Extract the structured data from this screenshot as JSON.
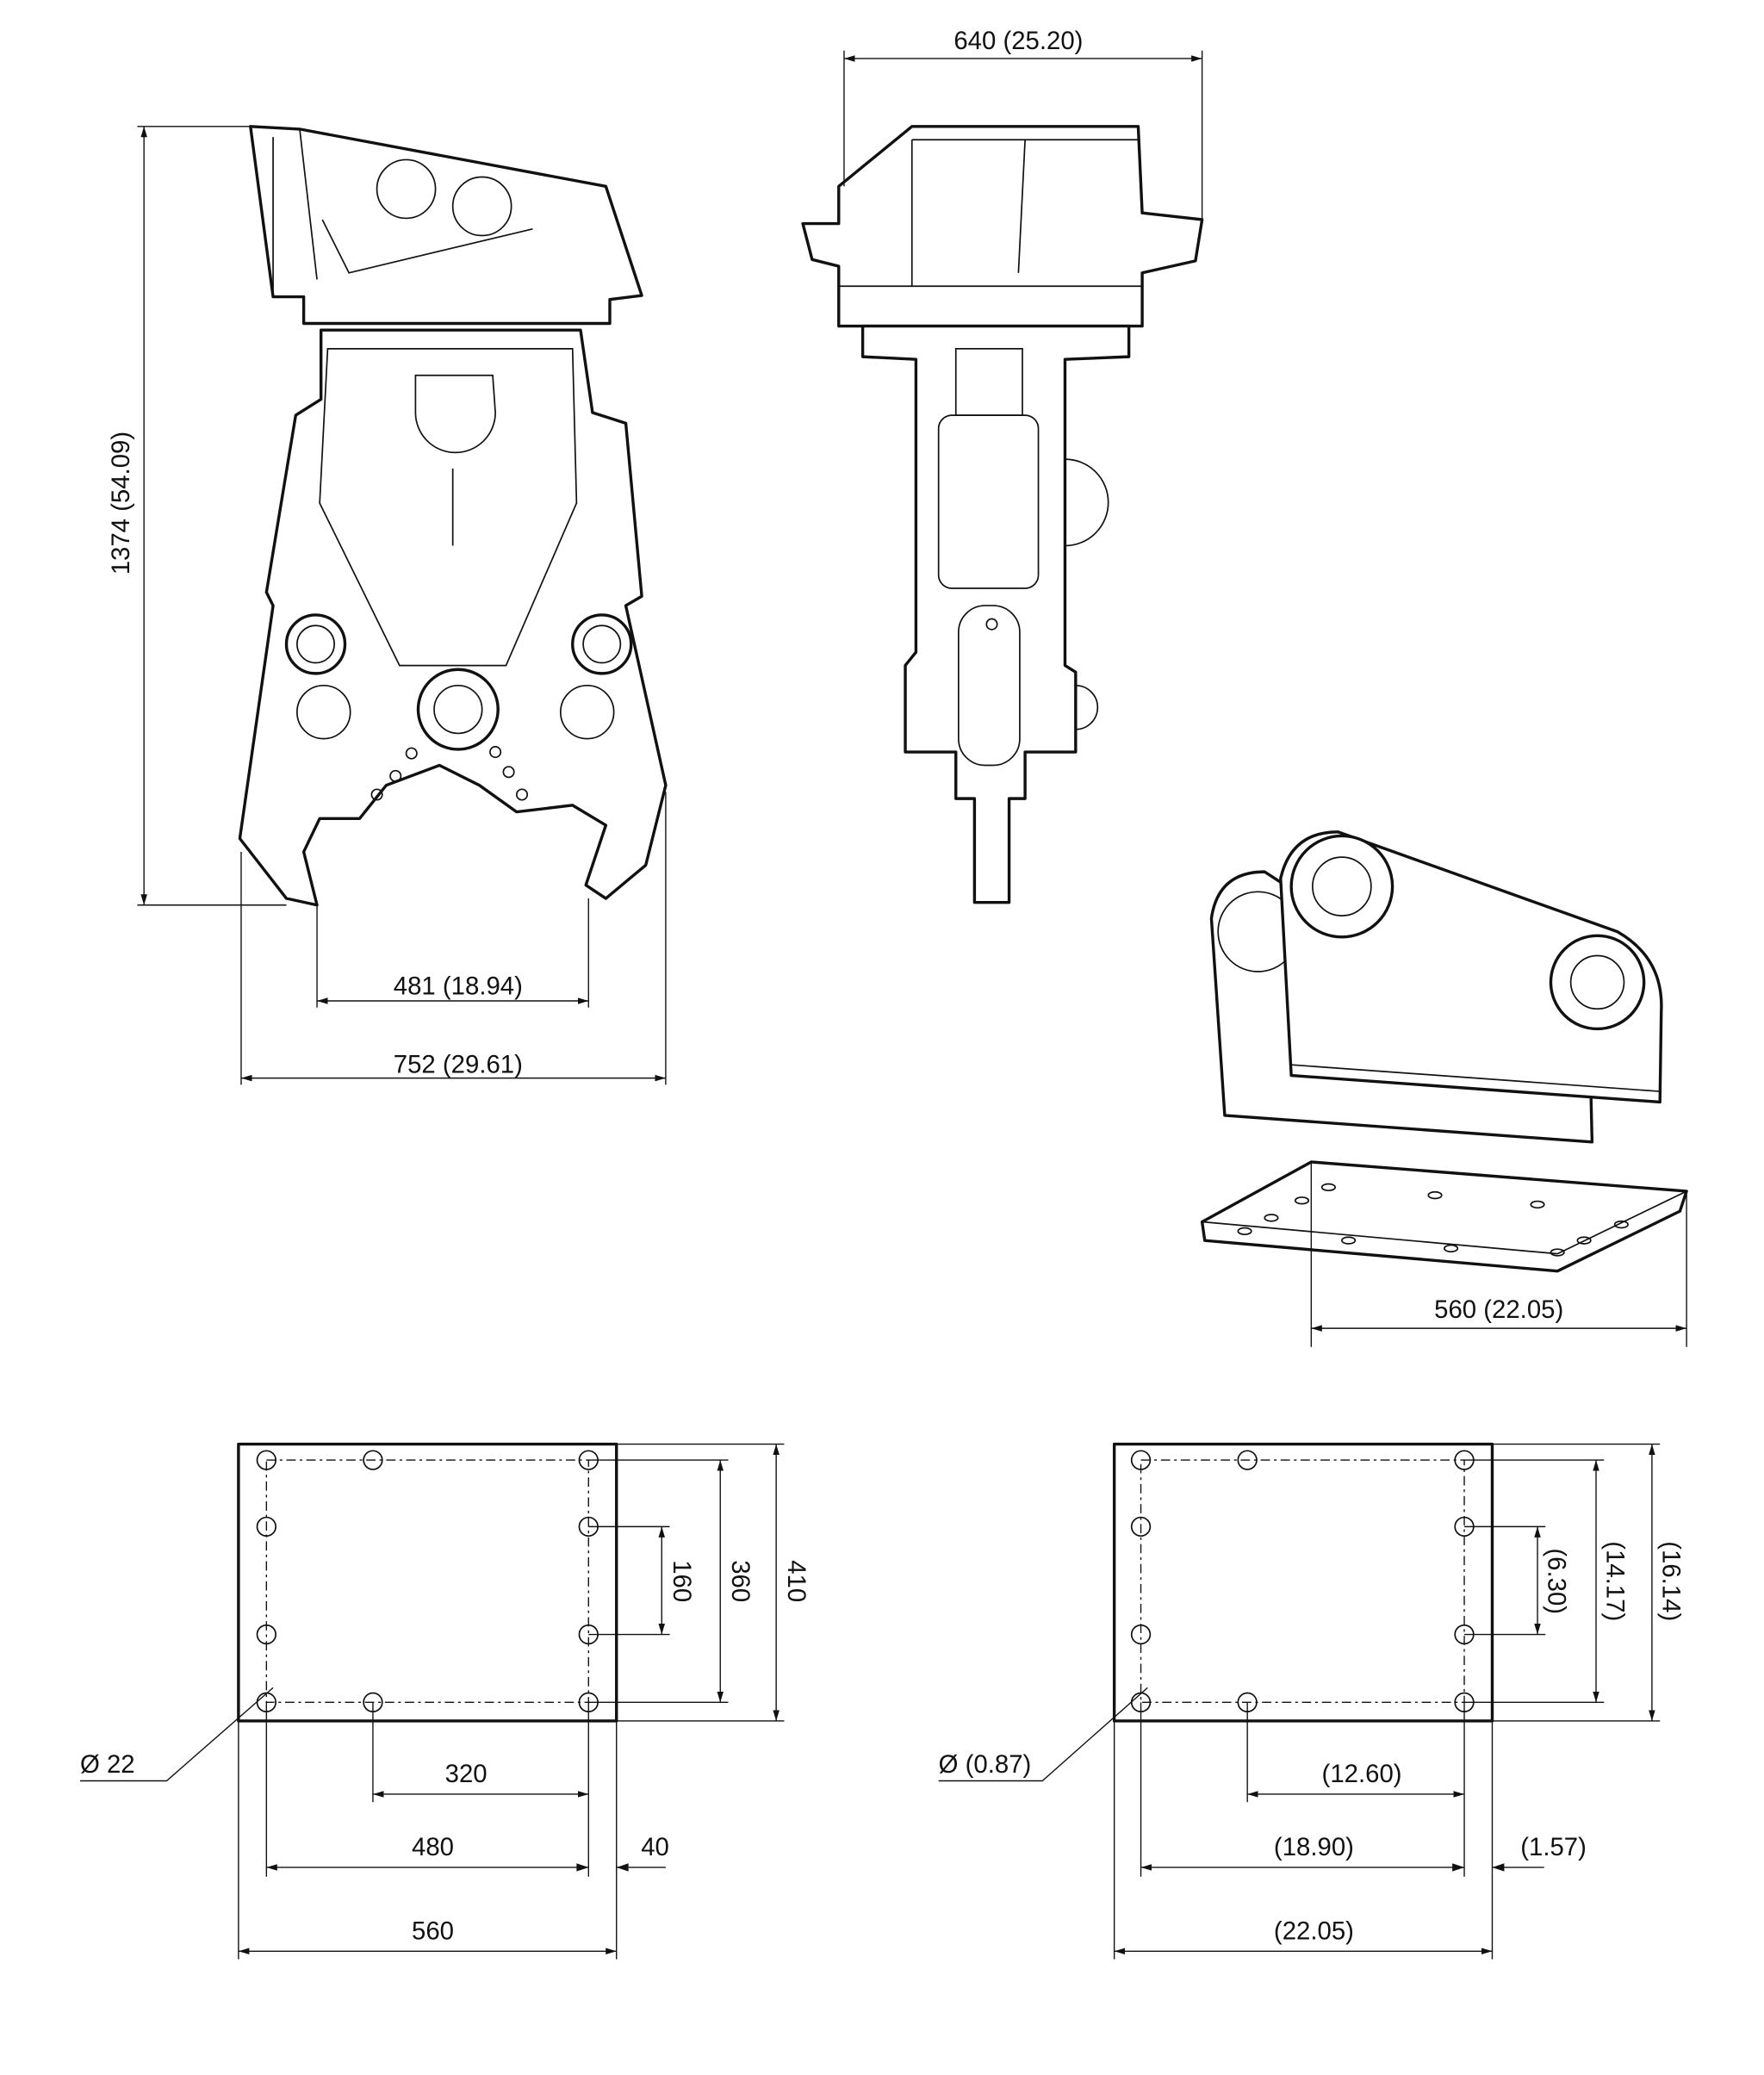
{
  "front_view": {
    "height_dim": "1374 (54.09)",
    "jaw_opening_dim": "481 (18.94)",
    "width_dim": "752 (29.61)"
  },
  "side_view": {
    "width_dim": "640 (25.20)"
  },
  "adapter": {
    "plate_width_dim": "560 (22.05)"
  },
  "bolt_plan_mm": {
    "hole_dia": "Ø 22",
    "dim_320": "320",
    "dim_480": "480",
    "dim_40": "40",
    "dim_560": "560",
    "dim_160": "160",
    "dim_360": "360",
    "dim_410": "410"
  },
  "bolt_plan_in": {
    "hole_dia": "Ø (0.87)",
    "dim_320": "(12.60)",
    "dim_480": "(18.90)",
    "dim_40": "(1.57)",
    "dim_560": "(22.05)",
    "dim_160": "(6.30)",
    "dim_360": "(14.17)",
    "dim_410": "(16.14)"
  }
}
